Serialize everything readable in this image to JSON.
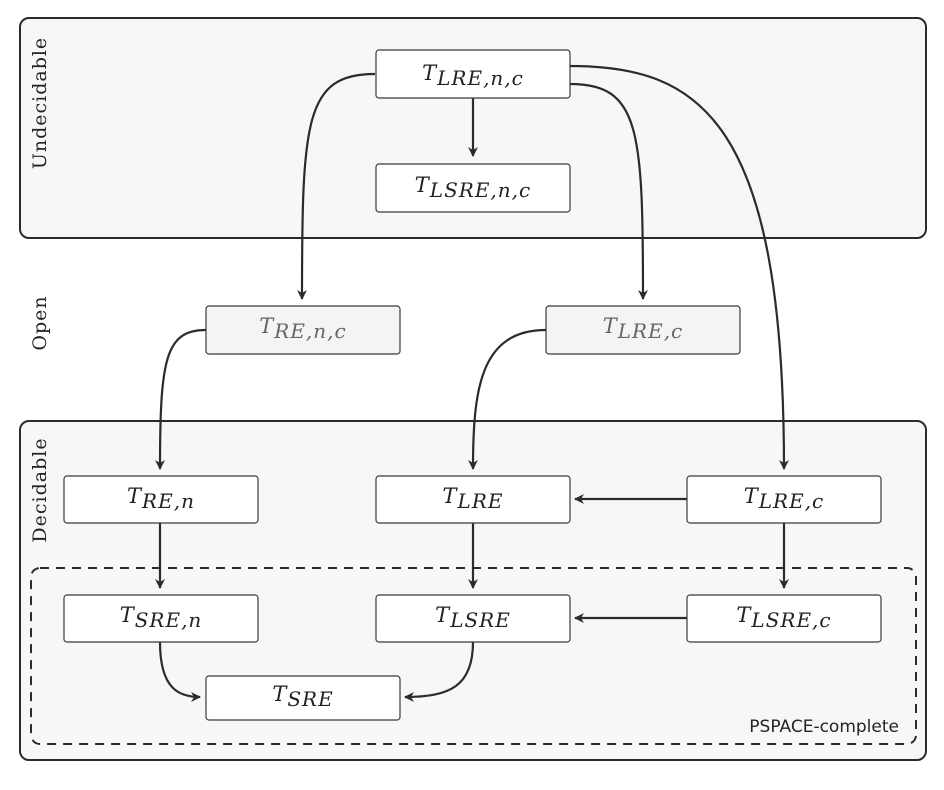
{
  "regions": {
    "undecidable": "Undecidable",
    "open": "Open",
    "decidable": "Decidable",
    "pspace": "PSPACE-complete"
  },
  "nodes": {
    "lre_n_c": {
      "base": "T",
      "sub": "LRE,n,c"
    },
    "lsre_n_c": {
      "base": "T",
      "sub": "LSRE,n,c"
    },
    "re_n_c": {
      "base": "T",
      "sub": "RE,n,c"
    },
    "lre_c_open": {
      "base": "T",
      "sub": "LRE,c"
    },
    "re_n": {
      "base": "T",
      "sub": "RE,n"
    },
    "lre": {
      "base": "T",
      "sub": "LRE"
    },
    "lre_c": {
      "base": "T",
      "sub": "LRE,c"
    },
    "sre_n": {
      "base": "T",
      "sub": "SRE,n"
    },
    "lsre": {
      "base": "T",
      "sub": "LSRE"
    },
    "lsre_c": {
      "base": "T",
      "sub": "LSRE,c"
    },
    "sre": {
      "base": "T",
      "sub": "SRE"
    }
  }
}
